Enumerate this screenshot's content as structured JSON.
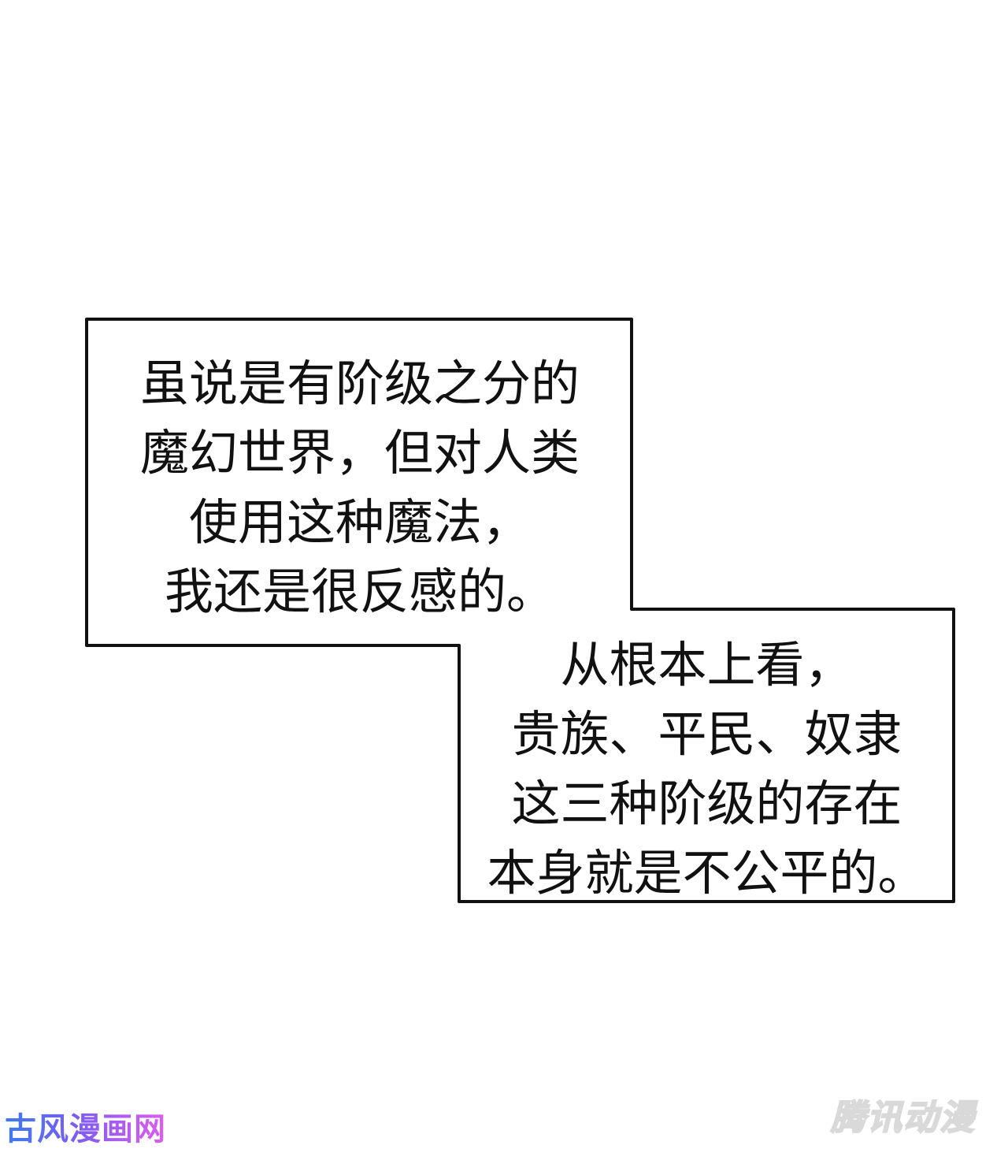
{
  "panel": {
    "background": "#ffffff",
    "border_color": "#111111"
  },
  "caption_boxes": [
    {
      "lines": [
        "虽说是有阶级之分的",
        "魔幻世界，但对人类",
        "使用这种魔法，",
        "我还是很反感的。"
      ]
    },
    {
      "lines": [
        "从根本上看，",
        "贵族、平民、奴隶",
        "这三种阶级的存在",
        "本身就是不公平的。"
      ]
    }
  ],
  "watermarks": {
    "left": "古风漫画网",
    "right": "腾讯动漫"
  }
}
